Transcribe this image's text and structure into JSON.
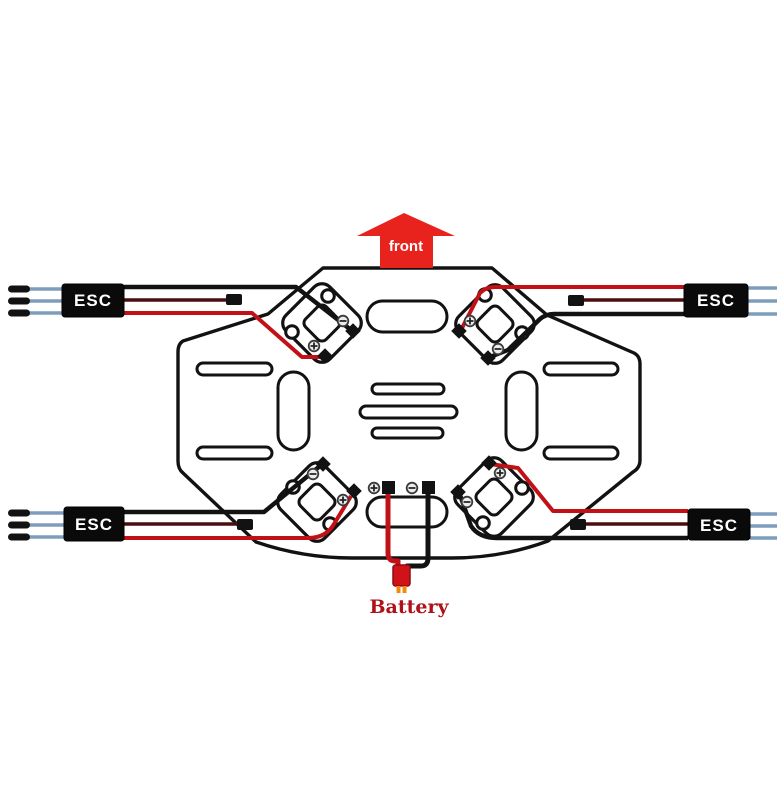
{
  "diagram": {
    "type": "quadcopter-frame-wiring-diagram",
    "front_label": "front",
    "battery_label": "Battery",
    "esc_label": "ESC",
    "esc_units": [
      {
        "position": "top-left",
        "label": "ESC",
        "motor_wires": 3,
        "motor_wire_color": "blue",
        "power_wires": [
          "black",
          "red"
        ],
        "extra_lead": "dark-red with black connector"
      },
      {
        "position": "top-right",
        "label": "ESC",
        "motor_wires": 3,
        "motor_wire_color": "blue",
        "power_wires": [
          "red",
          "black"
        ],
        "extra_lead": "dark-red with black connector"
      },
      {
        "position": "bottom-left",
        "label": "ESC",
        "motor_wires": 3,
        "motor_wire_color": "blue",
        "power_wires": [
          "black",
          "red"
        ],
        "extra_lead": "dark-red with black connector"
      },
      {
        "position": "bottom-right",
        "label": "ESC",
        "motor_wires": 3,
        "motor_wire_color": "blue",
        "power_wires": [
          "red",
          "black"
        ],
        "extra_lead": "dark-red with black connector"
      }
    ],
    "motor_mounts": [
      {
        "position": "top-left",
        "screw_holes": 2,
        "pads": [
          {
            "polarity": "-",
            "wire": "black"
          },
          {
            "polarity": "+",
            "wire": "red"
          }
        ]
      },
      {
        "position": "top-right",
        "screw_holes": 2,
        "pads": [
          {
            "polarity": "+",
            "wire": "red"
          },
          {
            "polarity": "-",
            "wire": "black"
          }
        ]
      },
      {
        "position": "bottom-left",
        "screw_holes": 2,
        "pads": [
          {
            "polarity": "-",
            "wire": "black"
          },
          {
            "polarity": "+",
            "wire": "red"
          }
        ]
      },
      {
        "position": "bottom-right",
        "screw_holes": 2,
        "pads": [
          {
            "polarity": "+",
            "wire": "red"
          },
          {
            "polarity": "-",
            "wire": "black"
          }
        ]
      }
    ],
    "battery": {
      "label": "Battery",
      "pads": [
        {
          "polarity": "+",
          "wire": "red"
        },
        {
          "polarity": "-",
          "wire": "black"
        }
      ],
      "connector_color": "red"
    },
    "colors": {
      "wire_red": "#c11016",
      "wire_black": "#121212",
      "wire_blue": "#7d9dbd",
      "wire_dark_red": "#4b0d0e",
      "arrow_red": "#e8231d",
      "battery_text": "#ae1118",
      "esc_box": "#0a0a0a",
      "esc_text": "#ffffff",
      "frame_line": "#121212"
    }
  }
}
